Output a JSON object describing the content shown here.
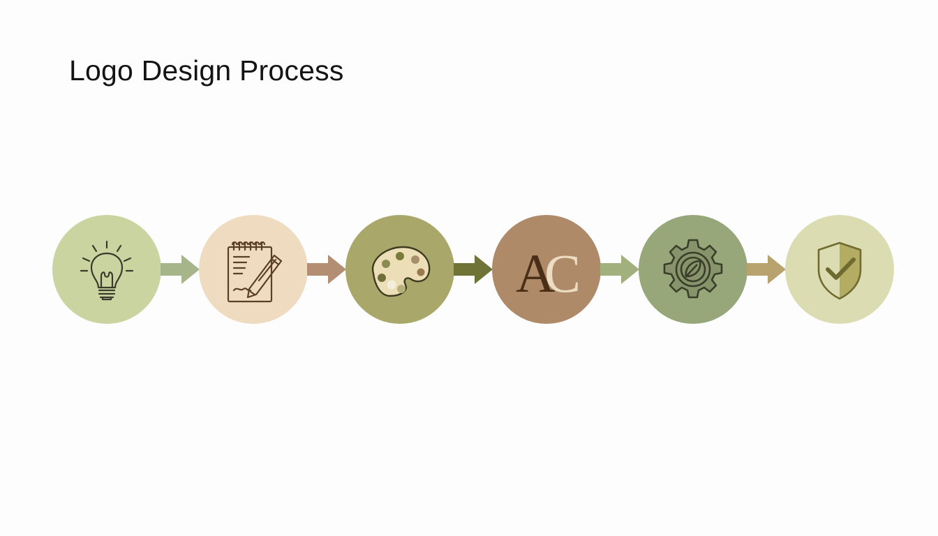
{
  "title": "Logo Design Process",
  "steps": [
    {
      "icon": "lightbulb-icon",
      "fill": "#c9d4a0",
      "stroke": "#3c3a2a"
    },
    {
      "icon": "notepad-pencil-icon",
      "fill": "#efdcc0",
      "stroke": "#5a3f28"
    },
    {
      "icon": "palette-icon",
      "fill": "#a9a86a",
      "stroke": "#3e3a22"
    },
    {
      "icon": "typography-ac-icon",
      "fill": "#ae8a69",
      "text_a": "A",
      "text_c": "C",
      "color_a": "#4a2f17",
      "color_c": "#ecdcc2"
    },
    {
      "icon": "gear-leaf-icon",
      "fill": "#98a77a",
      "stroke": "#3a3e28"
    },
    {
      "icon": "shield-check-icon",
      "fill": "#dcdcb2",
      "stroke": "#6e6a30"
    }
  ],
  "arrows": [
    {
      "color": "#a7b58a"
    },
    {
      "color": "#b48e72"
    },
    {
      "color": "#6f7436"
    },
    {
      "color": "#a2b07e"
    },
    {
      "color": "#b8a26e"
    }
  ]
}
